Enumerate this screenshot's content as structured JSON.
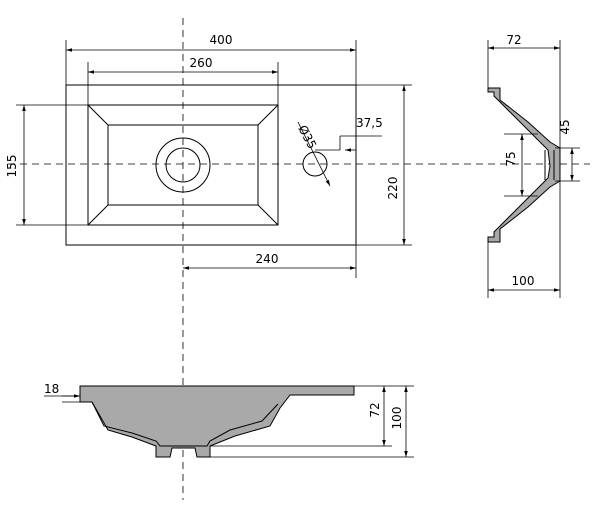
{
  "dimensions": {
    "top_width": "400",
    "basin_width": "260",
    "drain_diameter": "Ø35",
    "tap_offset": "37,5",
    "depth_left": "155",
    "depth_right": "220",
    "basin_offset": "240",
    "side_top": "72",
    "side_right": "45",
    "side_inner": "75",
    "side_bottom": "100",
    "front_rim": "18",
    "front_inner": "72",
    "front_total": "100"
  }
}
